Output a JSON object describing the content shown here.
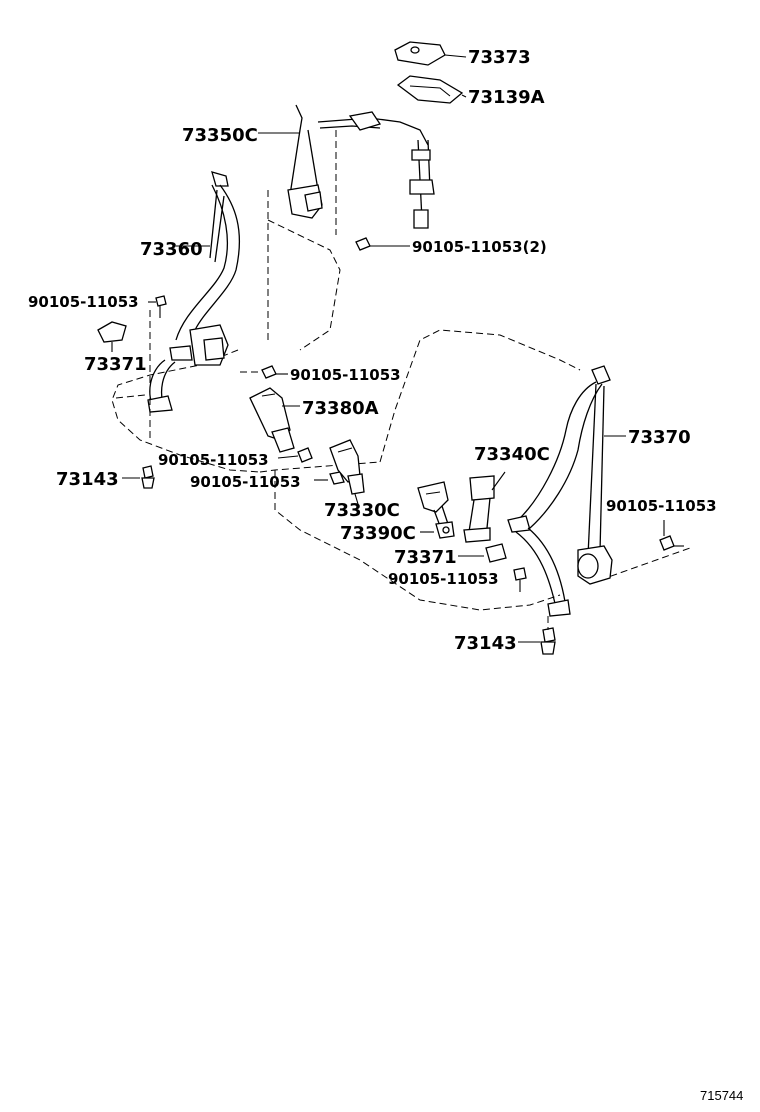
{
  "figure_id": "715744",
  "labels": {
    "p73373": "73373",
    "p73139A": "73139A",
    "p73350C": "73350C",
    "p73360": "73360",
    "bolt_upper_2": "90105-11053(2)",
    "bolt_left": "90105-11053",
    "p73371_left": "73371",
    "bolt_center": "90105-11053",
    "p73380A": "73380A",
    "p73143_left": "73143",
    "bolt_bottom_left": "90105-11053",
    "bolt_bottom_center": "90105-11053",
    "p73340C": "73340C",
    "p73370": "73370",
    "bolt_right": "90105-11053",
    "p73330C": "73330C",
    "p73390C": "73390C",
    "p73371_right": "73371",
    "bolt_right_lower": "90105-11053",
    "p73143_right": "73143"
  }
}
